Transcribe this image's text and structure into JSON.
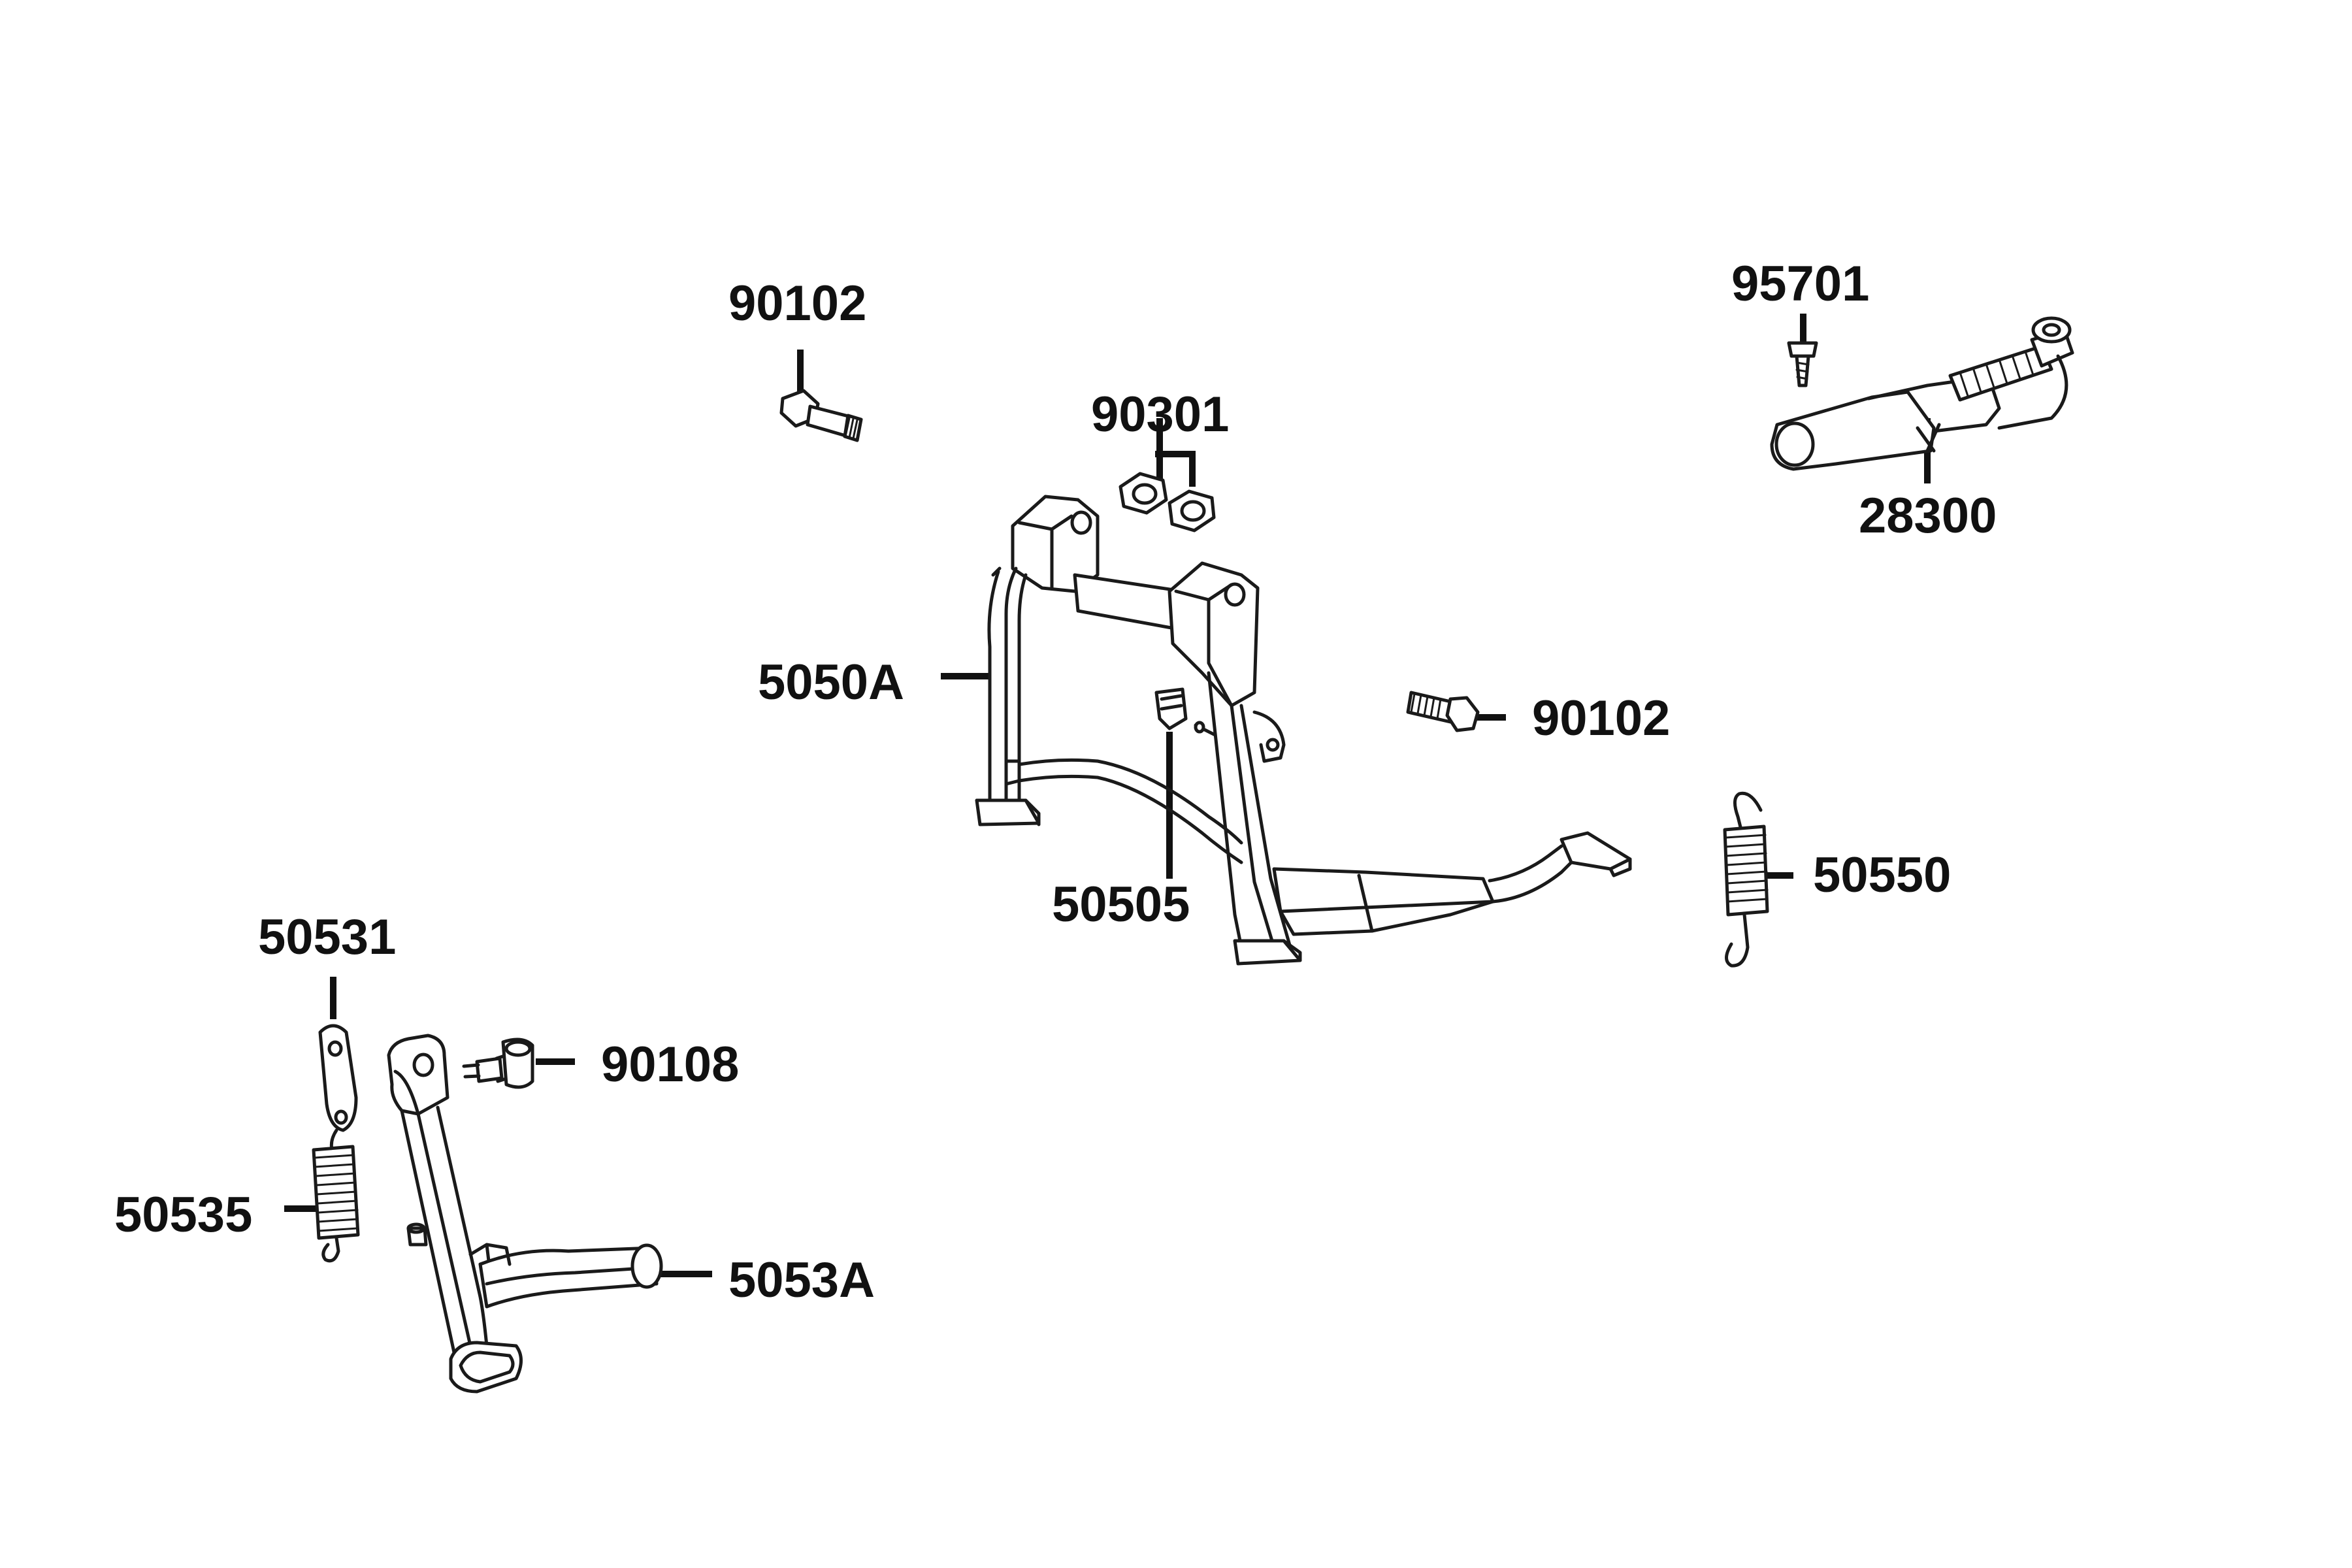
{
  "parts": {
    "bolt_top": "90102",
    "nuts": "90301",
    "screw": "95701",
    "kick_lever": "28300",
    "main_stand": "5050A",
    "bolt_right": "90102",
    "bracket": "50505",
    "spring_main": "50550",
    "plate": "50531",
    "pivot_bolt": "90108",
    "spring_side": "50535",
    "side_stand": "5053A"
  },
  "colors": {
    "line": "#1a1a1a",
    "background": "#ffffff"
  }
}
